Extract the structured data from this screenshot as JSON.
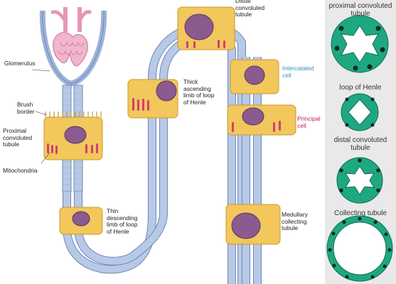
{
  "diagram": {
    "labels": {
      "glomerulus": "Glomerulus",
      "brush_border": "Brush\nborder",
      "proximal_convoluted_tubule": "Proximal\nconvoluted\ntubule",
      "mitochondria": "Mitochondria",
      "thin_descending_limb": "Thin\ndescending\nlimb of loop\nof Henle",
      "thick_ascending_limb": "Thick\nascending\nlimb of loop\nof Henle",
      "distal_convoluted_tubule": "Distal\nconvoluted\ntubule",
      "intercalated_cell": "Intercalated\ncell",
      "principal_cell": "Principal\ncell",
      "medullary_collecting_tubule": "Medullary\ncollecting\ntubule"
    },
    "cross_sections": [
      {
        "title": "proximal convoluted\ntubule",
        "shape": "star-lumen"
      },
      {
        "title": "loop of Henle",
        "shape": "diamond-lumen"
      },
      {
        "title": "distal convoluted\ntubule",
        "shape": "star-lumen-small"
      },
      {
        "title": "Collecting tubule",
        "shape": "round-lumen"
      }
    ],
    "colors": {
      "tubule": "#b7c9e6",
      "tubule_stroke": "#6f86b5",
      "glomerulus": "#e596b8",
      "cell": "#f2c75c",
      "nucleus": "#8b5a8e",
      "mitochondria": "#d2416d",
      "cross_section_cell": "#1ea882",
      "cross_section_nucleus": "#0d2a20",
      "panel": "#e9e9e9",
      "intercalated_text": "#2f8fc6",
      "principal_text": "#c2185b"
    }
  }
}
